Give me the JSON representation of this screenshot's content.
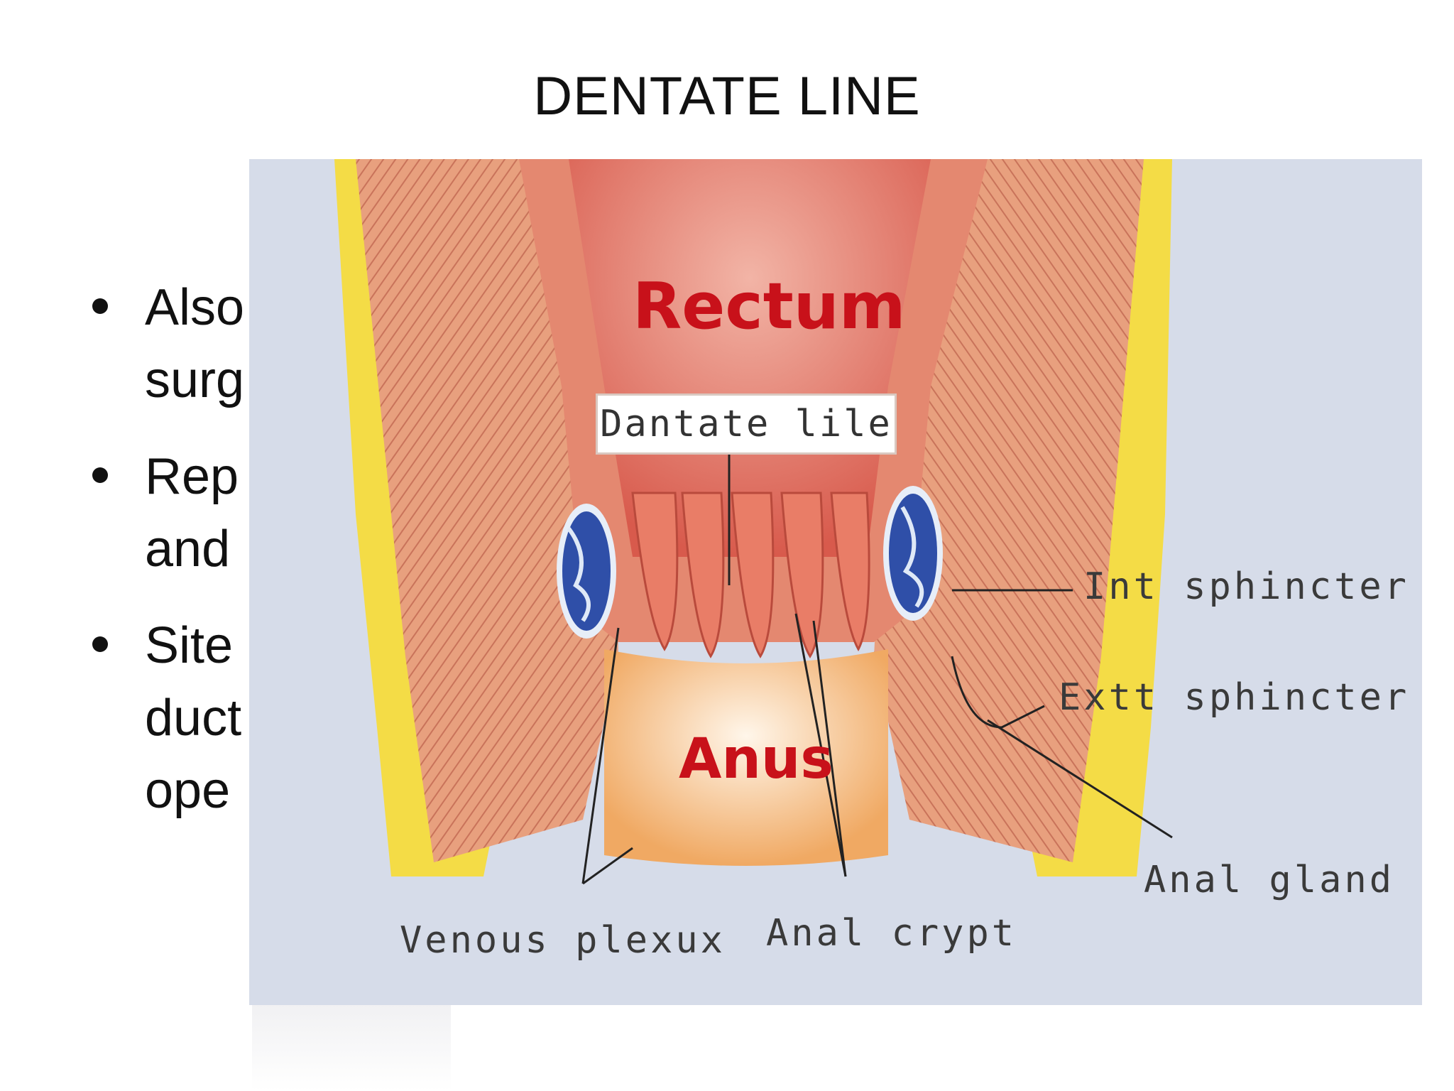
{
  "slide": {
    "title": "DENTATE LINE",
    "bullets": [
      {
        "lines": [
          "Also",
          "surg"
        ]
      },
      {
        "lines": [
          "Rep",
          "and"
        ]
      },
      {
        "lines": [
          "Site",
          "duct",
          "ope"
        ]
      }
    ]
  },
  "figure": {
    "labels": {
      "rectum": "Rectum",
      "dentate": "Dantate lile",
      "anus": "Anus",
      "int_sphincter": "Int  sphincter",
      "ext_sphincter": "Extt  sphincter",
      "anal_gland": "Anal gland",
      "venous_plexus": "Venous plexux",
      "anal_crypt": "Anal crypt"
    },
    "colors": {
      "background": "#d6dce9",
      "fat": "#f4dc46",
      "muscle": "#e9a07f",
      "mucosa": "#d9574c",
      "venous": "#2f4fa8",
      "label_red": "#c8111a"
    }
  }
}
